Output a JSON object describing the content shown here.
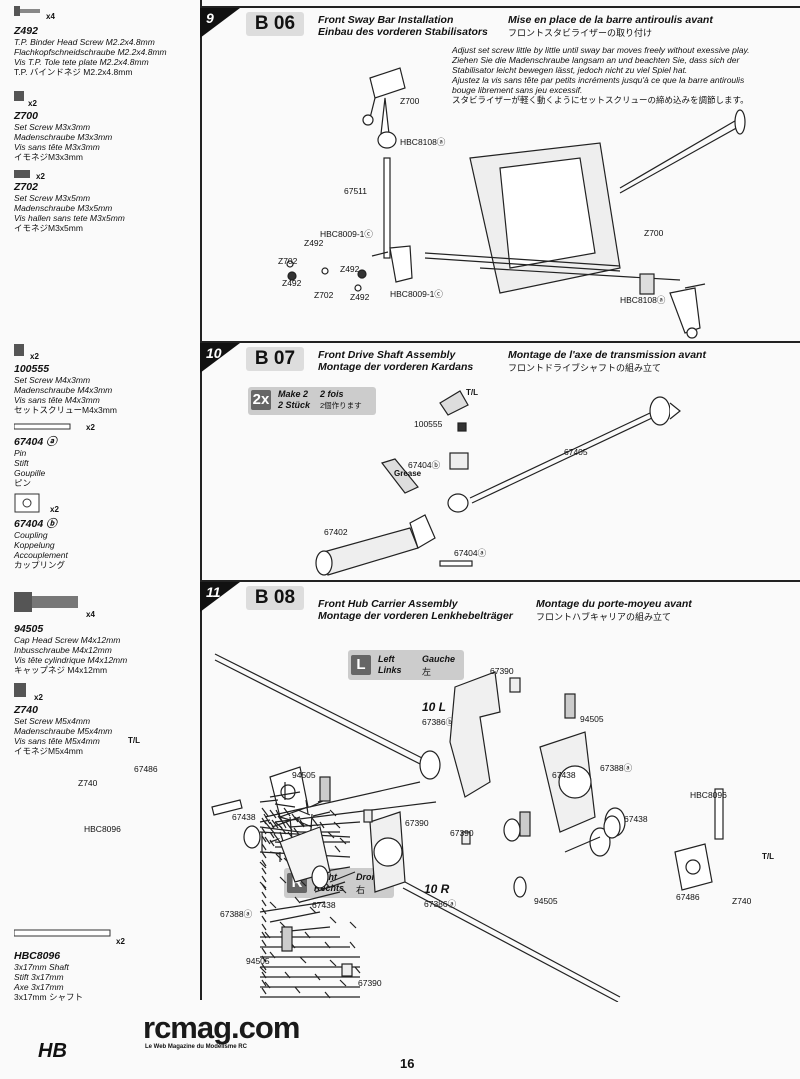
{
  "sidebar": {
    "parts": [
      {
        "code": "Z492",
        "qty": "x4",
        "lines": [
          "T.P. Binder Head Screw M2.2x4.8mm",
          "Flachkopfschneidschraube M2.2x4.8mm",
          "Vis T.P. Tole tete plate M2.2x4.8mm",
          "T.P. バインドネジ M2.2x4.8mm"
        ]
      },
      {
        "code": "Z700",
        "qty": "x2",
        "lines": [
          "Set Screw M3x3mm",
          "Madenschraube M3x3mm",
          "Vis sans tête M3x3mm",
          "イモネジM3x3mm"
        ]
      },
      {
        "code": "Z702",
        "qty": "x2",
        "lines": [
          "Set Screw M3x5mm",
          "Madenschraube M3x5mm",
          "Vis  hallen sans tete M3x5mm",
          "イモネジM3x5mm"
        ]
      },
      {
        "code": "100555",
        "qty": "x2",
        "lines": [
          "Set Screw M4x3mm",
          "Madenschraube M4x3mm",
          "Vis sans tête M4x3mm",
          "セットスクリューM4x3mm"
        ]
      },
      {
        "code": "67404 ⓐ",
        "qty": "x2",
        "lines": [
          "Pin",
          "Stift",
          "Goupille",
          "ピン"
        ]
      },
      {
        "code": "67404 ⓑ",
        "qty": "x2",
        "lines": [
          "Coupling",
          "Koppelung",
          "Accouplement",
          "カップリング"
        ]
      },
      {
        "code": "94505",
        "qty": "x4",
        "lines": [
          "Cap Head Screw M4x12mm",
          "Inbusschraube M4x12mm",
          "Vis tête  cylindrique M4x12mm",
          "キャップネジ M4x12mm"
        ]
      },
      {
        "code": "Z740",
        "qty": "x2",
        "lines": [
          "Set Screw M5x4mm",
          "Madenschraube M5x4mm",
          "Vis sans tête M5x4mm",
          "イモネジM5x4mm"
        ]
      },
      {
        "code": "HBC8096",
        "qty": "x2",
        "lines": [
          "3x17mm Shaft",
          "Stift 3x17mm",
          "Axe 3x17mm",
          "3x17mm シャフト"
        ]
      }
    ]
  },
  "steps": [
    {
      "number": "9",
      "code": "B 06",
      "title_en": "Front Sway Bar Installation",
      "title_de": "Einbau des vorderen Stabilisators",
      "title_fr": "Mise en place de la barre antiroulis avant",
      "title_jp": "フロントスタビライザーの取り付け",
      "note": [
        "Adjust set screw little by little until sway bar moves freely without exessive play.",
        "Ziehen Sie die Madenschraube langsam an und beachten Sie, dass sich der",
        "Stabilisator leicht bewegen lässt, jedoch nicht zu viel Spiel hat.",
        "Ajustez la vis sans tête par petits incréments jusqu'à ce que la barre antiroulis",
        "bouge librement sans jeu excessif.",
        "スタビライザーが軽く動くようにセットスクリューの締め込みを調節します。"
      ],
      "labels": [
        "Z700",
        "HBC8108ⓐ",
        "67511",
        "HBC8009-1ⓒ",
        "Z492",
        "Z702",
        "Z492",
        "Z492",
        "Z702",
        "Z492",
        "HBC8009-1ⓒ",
        "Z700",
        "HBC8108ⓐ"
      ]
    },
    {
      "number": "10",
      "code": "B 07",
      "title_en": "Front Drive Shaft Assembly",
      "title_de": "Montage der vorderen Kardans",
      "title_fr": "Montage de l'axe de transmission avant",
      "title_jp": "フロントドライブシャフトの組み立て",
      "make_badge": {
        "letter": "2x",
        "en": "Make 2",
        "de": "2 Stück",
        "fr": "2 fois",
        "jp": "2個作ります"
      },
      "labels": [
        "T/L",
        "100555",
        "67404ⓑ",
        "Grease",
        "67405",
        "67402",
        "67404ⓐ"
      ]
    },
    {
      "number": "11",
      "code": "B 08",
      "title_en": "Front Hub Carrier Assembly",
      "title_de": "Montage der vorderen Lenkhebelträger",
      "title_fr": "Montage du porte-moyeu avant",
      "title_jp": "フロントハブキャリアの組み立て",
      "left_badge": {
        "letter": "L",
        "en": "Left",
        "de": "Links",
        "fr": "Gauche",
        "jp": "左"
      },
      "right_badge": {
        "letter": "R",
        "en": "Right",
        "de": "Rechts",
        "fr": "Droite",
        "jp": "右"
      },
      "side_left": {
        "label": "10 L",
        "sub": "67386ⓑ"
      },
      "side_right": {
        "label": "10 R",
        "sub": "67386ⓐ"
      },
      "labels": [
        "67390",
        "94505",
        "67438",
        "67388ⓐ",
        "67486",
        "T/L",
        "Z740",
        "HBC8096",
        "94505",
        "67438",
        "67390",
        "67390",
        "67438",
        "HBC8096",
        "67388ⓐ",
        "67438",
        "94505",
        "94505",
        "67390",
        "67486",
        "Z740",
        "T/L"
      ]
    }
  ],
  "footer": {
    "page_number": "16",
    "watermark": "rcmag.com",
    "watermark_sub": "Le Web Magazine du Modelisme RC",
    "logo": "HB"
  }
}
